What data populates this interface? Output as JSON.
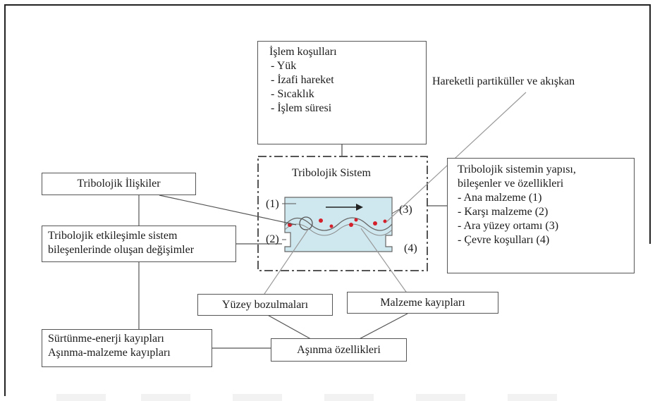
{
  "conditions": {
    "title": "İşlem koşulları",
    "items": [
      "- Yük",
      "- İzafi hareket",
      "- Sıcaklık",
      "- İşlem süresi"
    ]
  },
  "moving_particles": "Hareketli partiküller ve akışkan",
  "system_title": "Tribolojik Sistem",
  "markers": {
    "m1": "(1)",
    "m2": "(2)",
    "m3": "(3)",
    "m4": "(4)"
  },
  "relations": "Tribolojik İlişkiler",
  "changes": {
    "line1": "Tribolojik etkileşimle sistem",
    "line2": "bileşenlerinde oluşan değişimler"
  },
  "structure": {
    "line1": "Tribolojik sistemin yapısı,",
    "line2": "bileşenler ve özellikleri",
    "items": [
      "- Ana malzeme (1)",
      "- Karşı malzeme (2)",
      "- Ara yüzey ortamı (3)",
      "- Çevre koşulları (4)"
    ]
  },
  "surface_damage": "Yüzey bozulmaları",
  "material_loss": "Malzeme kayıpları",
  "losses": {
    "line1": "Sürtünme-enerji kayıpları",
    "line2": "Aşınma-malzeme kayıpları"
  },
  "wear_properties": "Aşınma özellikleri",
  "colors": {
    "line": "#555555",
    "contact_fill": "#cfe8ef",
    "particle": "#d4202a",
    "connector": "#9a9a9a"
  }
}
